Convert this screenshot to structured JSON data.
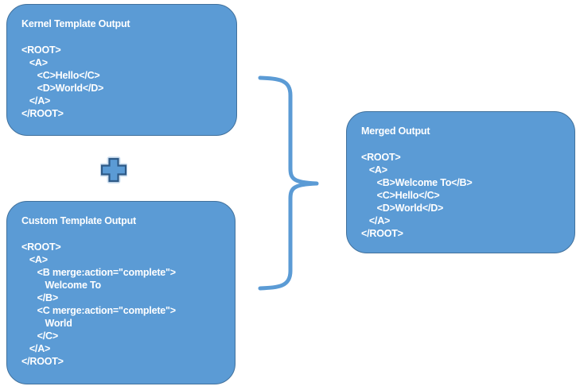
{
  "diagram": {
    "description": "XML template merge diagram: kernel template output plus custom template output brace into merged output",
    "colors": {
      "box_fill": "#5b9bd5",
      "box_border": "#41719c",
      "text": "#ffffff",
      "plus_fill": "#5b9bd5",
      "plus_border": "#2e5a87",
      "plus_halo": "#cfe0f1",
      "brace_stroke": "#5b9bd5",
      "background": "#ffffff"
    },
    "boxes": {
      "kernel": {
        "title": "Kernel Template Output",
        "code": "<ROOT>\n   <A>\n      <C>Hello</C>\n      <D>World</D>\n   </A>\n</ROOT>"
      },
      "custom": {
        "title": "Custom Template Output",
        "code": "<ROOT>\n   <A>\n      <B merge:action=\"complete\">\n         Welcome To\n      </B>\n      <C merge:action=\"complete\">\n         World\n      </C>\n   </A>\n</ROOT>"
      },
      "merged": {
        "title": "Merged Output",
        "code": "<ROOT>\n   <A>\n      <B>Welcome To</B>\n      <C>Hello</C>\n      <D>World</D>\n   </A>\n</ROOT>"
      }
    },
    "operators": {
      "plus": "plus-icon",
      "brace": "right-curly-brace-icon"
    }
  }
}
